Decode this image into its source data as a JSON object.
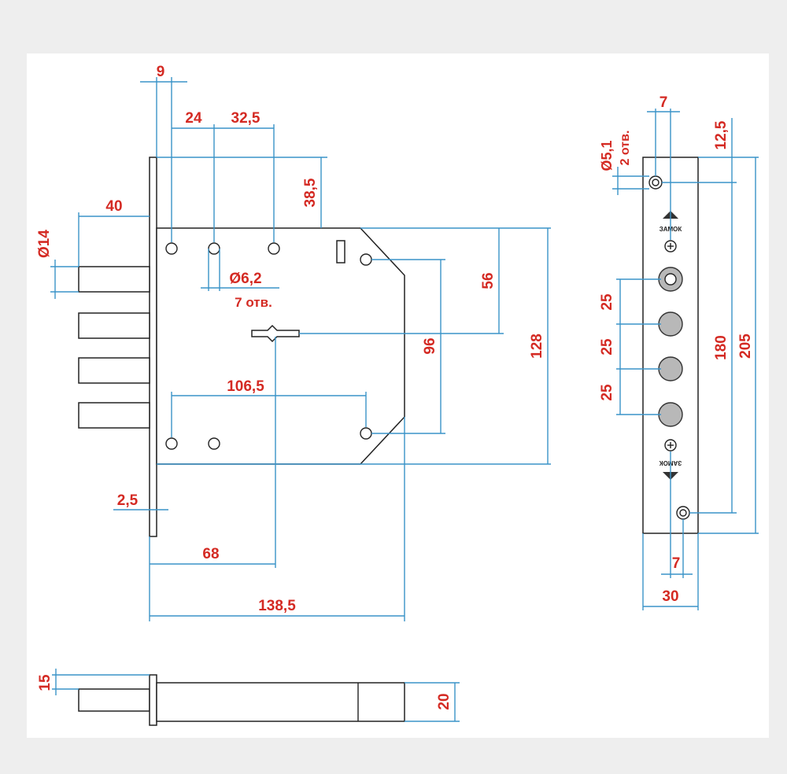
{
  "colors": {
    "dimension_text": "#d42a23",
    "dimension_line": "#3a93c8",
    "outline": "#222222",
    "background": "#ffffff",
    "frame": "#eeeeee"
  },
  "lock_body": {
    "dims": {
      "flange_to_hole": "9",
      "hole_spacing_1": "24",
      "hole_spacing_2": "32,5",
      "top_offset": "38,5",
      "bolt_projection": "40",
      "bolt_diameter": "Ø14",
      "hole_diameter": "Ø6,2",
      "hole_count": "7 отв.",
      "height_56": "56",
      "height_96": "96",
      "height_128": "128",
      "bottom_hole_spacing": "106,5",
      "flange_thickness": "2,5",
      "backset": "68",
      "body_width": "138,5"
    }
  },
  "strike_plate": {
    "dims": {
      "offset_7_top": "7",
      "screw_hole_diameter": "Ø5,1",
      "screw_hole_count": "2 отв.",
      "top_offset": "12,5",
      "bolt_pitch_1": "25",
      "bolt_pitch_2": "25",
      "bolt_pitch_3": "25",
      "hole_distance": "180",
      "plate_length": "205",
      "offset_7_bottom": "7",
      "plate_width": "30"
    },
    "arrow_labels": {
      "top": "ЗАМОК",
      "bottom": "ЗАМОК"
    }
  },
  "side_view": {
    "dims": {
      "bolt_height": "15",
      "body_thickness": "20"
    }
  }
}
